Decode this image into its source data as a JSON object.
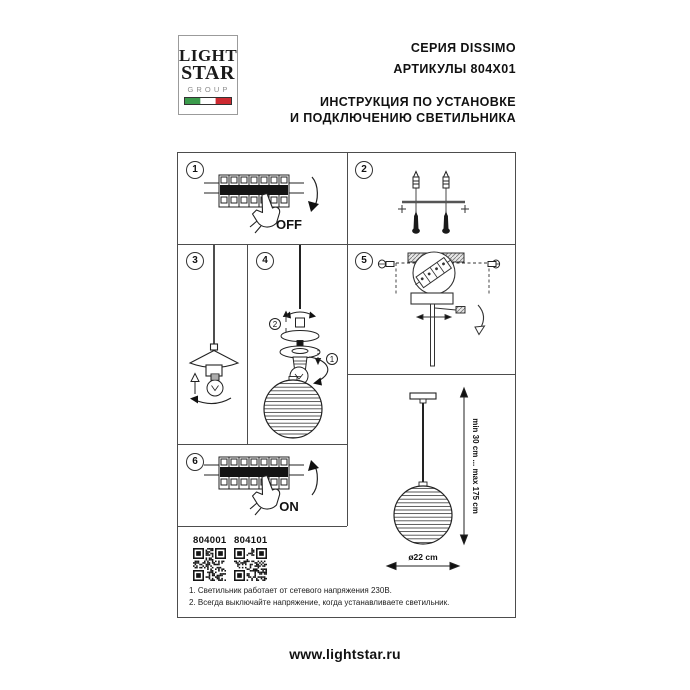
{
  "logo": {
    "line1": "LIGHT",
    "line2": "STAR",
    "line3": "GROUP",
    "flag_green": "#3b9b4c",
    "flag_white": "#ffffff",
    "flag_red": "#cd2a31"
  },
  "header": {
    "series": "СЕРИЯ DISSIMO",
    "articles": "АРТИКУЛЫ 804X01",
    "instruction_line1": "ИНСТРУКЦИЯ ПО УСТАНОВКЕ",
    "instruction_line2": "И ПОДКЛЮЧЕНИЮ СВЕТИЛЬНИКА"
  },
  "steps": {
    "s1": {
      "num": "1",
      "label": "OFF"
    },
    "s2": {
      "num": "2"
    },
    "s3": {
      "num": "3"
    },
    "s4": {
      "num": "4",
      "sub_step_up": "2",
      "sub_step_down": "1"
    },
    "s5": {
      "num": "5"
    },
    "s6": {
      "num": "6",
      "label": "ON"
    }
  },
  "dimensions": {
    "height_range": "min 30 cm ... max 175 cm",
    "diameter": "ø22 cm"
  },
  "articles": [
    {
      "code": "804001"
    },
    {
      "code": "804101"
    }
  ],
  "notes": [
    "1. Светильник работает от сетевого напряжения 230В.",
    "2. Всегда выключайте напряжение, когда устанавливаете светильник."
  ],
  "footer": {
    "website": "www.lightstar.ru"
  }
}
